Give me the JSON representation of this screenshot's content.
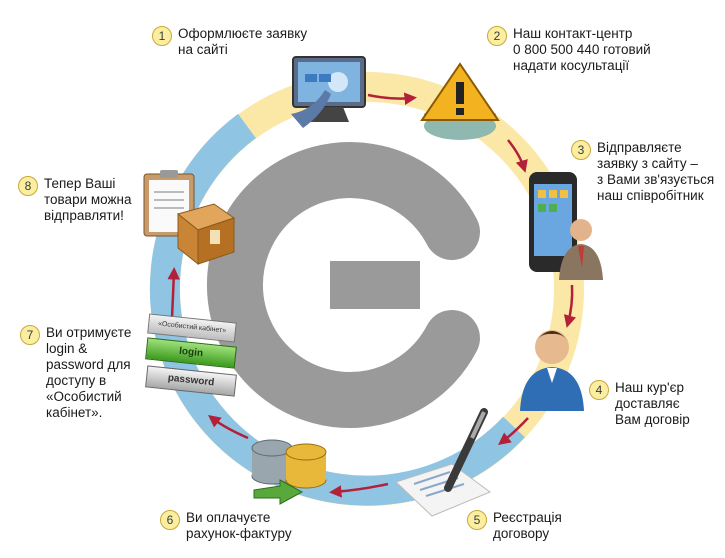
{
  "center_symbol": "Є",
  "steps": [
    {
      "num": "1",
      "text": "Оформлюєте заявку\nна сайті"
    },
    {
      "num": "2",
      "text": "Наш контакт-центр\n0 800 500 440 готовий\nнадати косультації"
    },
    {
      "num": "3",
      "text": "Відправляєте\nзаявку з сайту –\nз Вами зв'язується\nнаш співробітник"
    },
    {
      "num": "4",
      "text": "Наш кур'єр\nдоставляє\nВам договір"
    },
    {
      "num": "5",
      "text": "Реєстрація\nдоговору"
    },
    {
      "num": "6",
      "text": "Ви оплачуєте\nрахунок-фактуру"
    },
    {
      "num": "7",
      "text": "Ви отримуєте\nlogin &\npassword для\nдоступу в\n«Особистий\nкабінет»."
    },
    {
      "num": "8",
      "text": "Тепер Ваші\nтовари можна\nвідправляти!"
    }
  ],
  "cabinet": {
    "title": "«Особистий кабінет»",
    "login": "login",
    "password": "password"
  },
  "colors": {
    "ring_yellow": "#fbe8a6",
    "ring_blue": "#8fc4e3",
    "symbol_gray": "#9a9a9a",
    "arrow_red": "#b3203a",
    "badge_fill": "#fbeea0"
  },
  "icons": [
    "monitor-touch-icon",
    "warning-phone-icon",
    "smartphone-agent-icon",
    "courier-person-icon",
    "contract-pen-icon",
    "coins-stack-icon",
    "login-form-icon",
    "clipboard-box-icon"
  ]
}
